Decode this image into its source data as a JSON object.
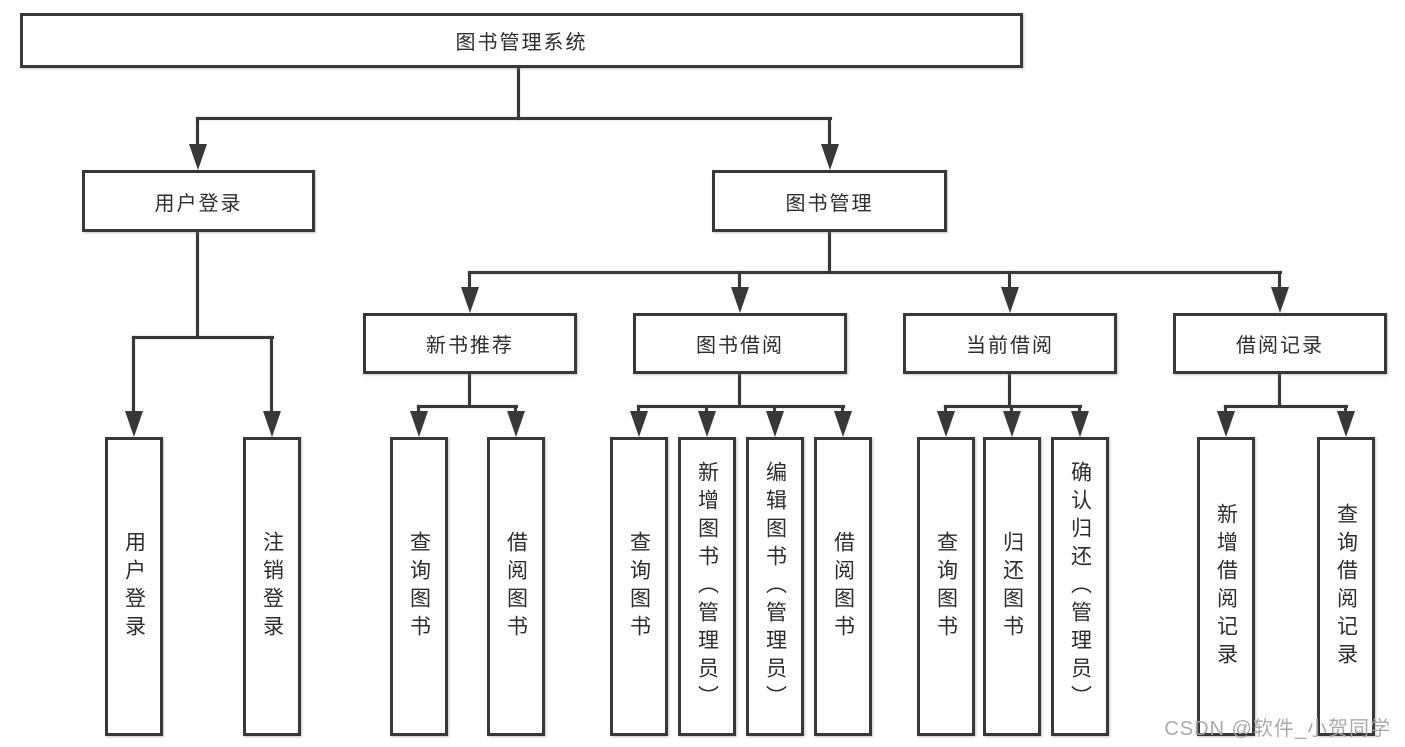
{
  "diagram": {
    "root": {
      "label": "图书管理系统"
    },
    "branches": {
      "user_login": {
        "label": "用户登录",
        "children": {
          "login": "用户登录",
          "logout": "注销登录"
        }
      },
      "book_mgmt": {
        "label": "图书管理",
        "children": {
          "new_books": {
            "label": "新书推荐",
            "children": {
              "query": "查询图书",
              "borrow": "借阅图书"
            }
          },
          "book_borrow": {
            "label": "图书借阅",
            "children": {
              "query": "查询图书",
              "add_admin": "新增图书（管理员）",
              "edit_admin": "编辑图书（管理员）",
              "borrow": "借阅图书"
            }
          },
          "current_borrow": {
            "label": "当前借阅",
            "children": {
              "query": "查询图书",
              "return": "归还图书",
              "confirm_return_admin": "确认归还（管理员）"
            }
          },
          "borrow_records": {
            "label": "借阅记录",
            "children": {
              "add_record": "新增借阅记录",
              "query_record": "查询借阅记录"
            }
          }
        }
      }
    }
  },
  "watermark": {
    "text": "CSDN @软件_小贺同学"
  },
  "colors": {
    "line": "#383838",
    "text": "#2d2d2d",
    "watermark": "#a5a5a5",
    "background": "#ffffff"
  }
}
